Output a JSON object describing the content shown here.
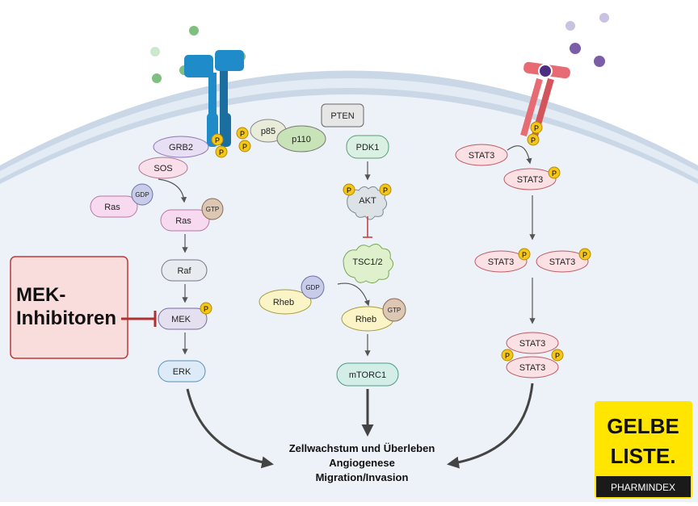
{
  "receptor_left": {
    "p85": "p85",
    "p110": "p110",
    "phospho": "P"
  },
  "ras_pathway": {
    "grb2": "GRB2",
    "sos": "SOS",
    "ras_gdp": "Ras",
    "gdp": "GDP",
    "ras_gtp": "Ras",
    "gtp": "GTP",
    "raf": "Raf",
    "mek": "MEK",
    "erk": "ERK"
  },
  "pi3k_pathway": {
    "pten": "PTEN",
    "pdk1": "PDK1",
    "akt": "AKT",
    "tsc": "TSC1/2",
    "rheb_gdp": "Rheb",
    "gdp": "GDP",
    "rheb_gtp": "Rheb",
    "gtp": "GTP",
    "mtorc1": "mTORC1"
  },
  "stat_pathway": {
    "stat3": "STAT3"
  },
  "inhibitor": {
    "line1": "MEK-",
    "line2": "Inhibitoren"
  },
  "outcome": {
    "line1": "Zellwachstum und Überleben",
    "line2": "Angiogenese",
    "line3": "Migration/Invasion"
  },
  "logo": {
    "line1": "GELBE",
    "line2": "LISTE.",
    "sub": "PHARMINDEX"
  },
  "colors": {
    "membrane": "#c9d7e6",
    "cytoplasm": "#edf2f8",
    "phospho": "#f5c518",
    "inhibitor_box": "#f9dcdc",
    "inhibitor_border": "#c0393b",
    "logo_yellow": "#ffe500"
  }
}
